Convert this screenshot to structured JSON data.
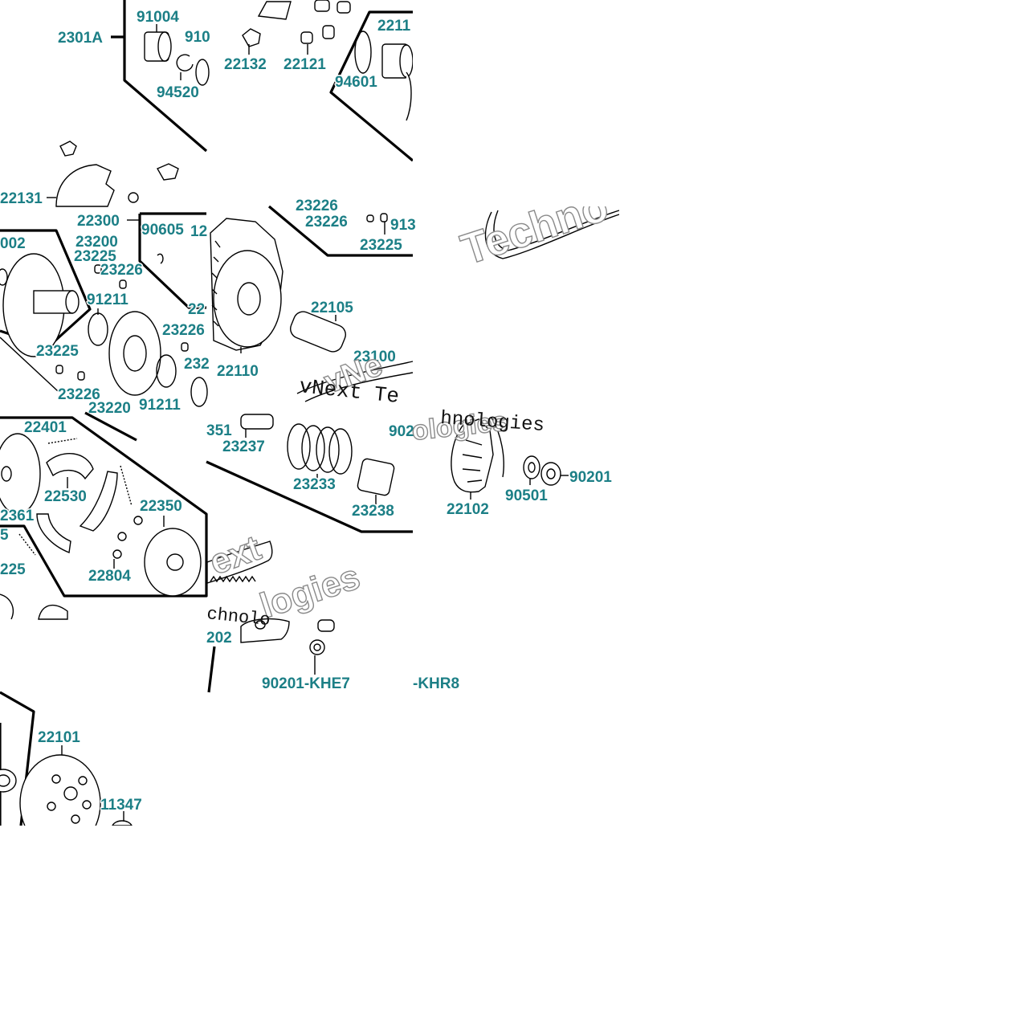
{
  "diagram": {
    "part_labels": {
      "p2301A": "2301A",
      "p91004": "91004",
      "p910": "910",
      "p94520": "94520",
      "p22132": "22132",
      "p22121": "22121",
      "p2211": "2211",
      "p94601": "94601",
      "p22131": "22131",
      "p22300": "22300",
      "p002": "002",
      "p23200": "23200",
      "p23225a": "23225",
      "p23226a": "23226",
      "p90605": "90605",
      "p12": "12",
      "p91211a": "91211",
      "p22": "22",
      "p23226b": "23226",
      "p23225b": "23225",
      "p23226c": "23226",
      "p232": "232",
      "p23220": "23220",
      "p91211b": "91211",
      "p23226d": "23226",
      "p23225c": "23225",
      "p913": "913",
      "p22105": "22105",
      "p22110": "22110",
      "p23100": "23100",
      "p22401": "22401",
      "p22530": "22530",
      "p22350": "22350",
      "p2361": "2361",
      "p5": "5",
      "p225": "225",
      "p22804": "22804",
      "p351": "351",
      "p23237": "23237",
      "p902": "902",
      "p23233": "23233",
      "p23238": "23238",
      "p22102": "22102",
      "p90501": "90501",
      "p90201": "90201",
      "p202": "202",
      "p90201KHE7": "90201-KHE7",
      "pKHR8": "-KHR8",
      "p22101": "22101",
      "p11347": "11347"
    },
    "watermarks": {
      "outline_1": "Techno",
      "outline_2": "vNe",
      "outline_3": "ologies",
      "outline_4": "ext",
      "outline_5": "logies",
      "serif_1": "vNext Te",
      "serif_2": "hnologies",
      "serif_3": "chnolo"
    }
  }
}
